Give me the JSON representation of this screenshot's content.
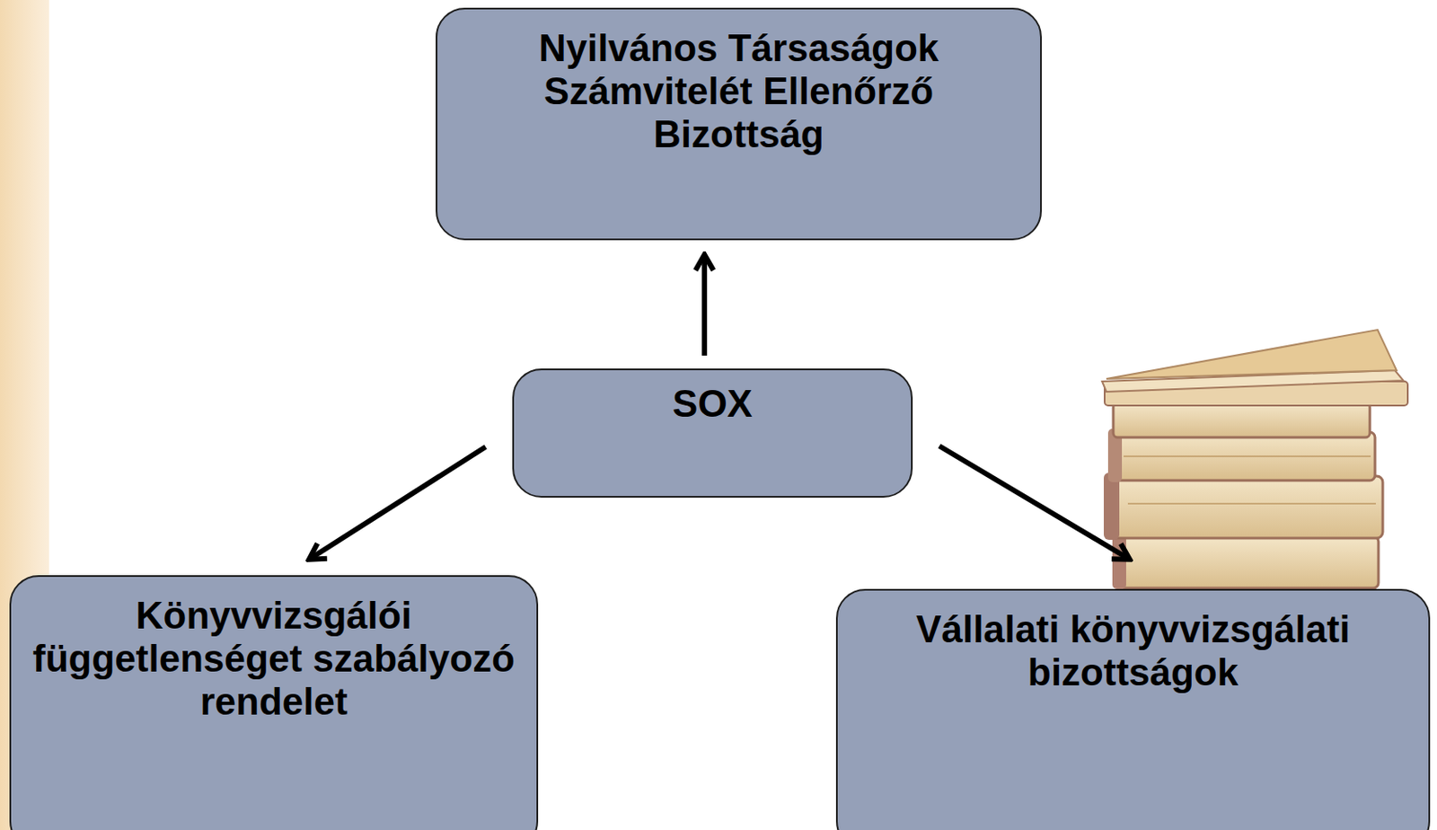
{
  "diagram": {
    "nodes": [
      {
        "text": [
          "Nyilvános Társaságok Számvitelét Ellenőrző Bizottság"
        ]
      },
      {
        "text": [
          "SOX"
        ]
      },
      {
        "text": [
          "Könyvvizsgálói függetlenséget szabályozó rendelet"
        ]
      },
      {
        "text": [
          "Vállalati könyvvizsgálati bizottságok"
        ]
      }
    ],
    "edges": [
      {
        "from": 1,
        "to": 0,
        "arrow": "to"
      },
      {
        "from": 1,
        "to": 2,
        "arrow": "to"
      },
      {
        "from": 1,
        "to": 3,
        "arrow": "to"
      }
    ]
  }
}
